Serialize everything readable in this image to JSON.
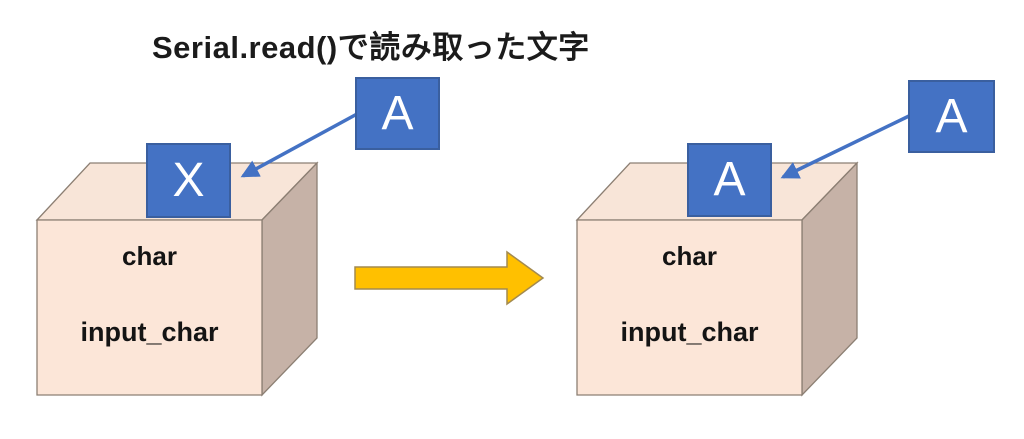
{
  "title": "Serial.read()で読み取った文字",
  "left_group": {
    "incoming_char": "A",
    "slot_char": "X",
    "box": {
      "type_label": "char",
      "variable_label": "input_char"
    }
  },
  "right_group": {
    "incoming_char": "A",
    "slot_char": "A",
    "box": {
      "type_label": "char",
      "variable_label": "input_char"
    }
  },
  "colors": {
    "accent_blue": "#4472c4",
    "accent_blue_border": "#3a5f9f",
    "connector_blue": "#4472c4",
    "transform_arrow_fill": "#ffc000",
    "transform_arrow_border": "#a38a4f",
    "box_front": "#fce6d8",
    "box_top": "#f8e5d8",
    "box_side": "#c6b2a7",
    "box_border": "#8c7f73",
    "title_text": "#1b1b1b"
  }
}
